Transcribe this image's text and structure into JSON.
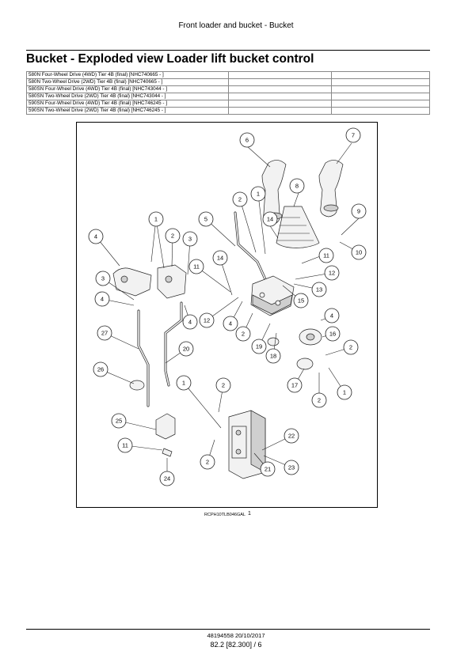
{
  "header": {
    "section_title": "Front loader and bucket - Bucket"
  },
  "document": {
    "title": "Bucket - Exploded view Loader lift bucket control"
  },
  "models": [
    {
      "text": "580N Four-Wheel Drive (4WD) Tier 4B (final) [NHC740665 - ]"
    },
    {
      "text": "580N Two-Wheel Drive (2WD) Tier 4B (final) [NHC740665 - ]"
    },
    {
      "text": "580SN Four-Wheel Drive (4WD) Tier 4B (final) [NHC743044 - ]"
    },
    {
      "text": "580SN Two-Wheel Drive (2WD) Tier 4B (final) [NHC743044 - ]"
    },
    {
      "text": "590SN Four-Wheel Drive (4WD) Tier 4B (final) [NHC746245 - ]"
    },
    {
      "text": "590SN Two-Wheel Drive (2WD) Tier 4B (final) [NHC746245 - ]"
    }
  ],
  "figure": {
    "image_code": "RCPH10TLB046GAL",
    "number": "1",
    "callouts": [
      "1",
      "2",
      "3",
      "4",
      "5",
      "6",
      "7",
      "8",
      "9",
      "10",
      "11",
      "12",
      "13",
      "14",
      "15",
      "16",
      "17",
      "18",
      "19",
      "20",
      "21",
      "22",
      "23",
      "24",
      "25",
      "26",
      "27"
    ]
  },
  "footer": {
    "doc_number": "48194558 20/10/2017",
    "page": "82.2 [82.300] / 6"
  }
}
